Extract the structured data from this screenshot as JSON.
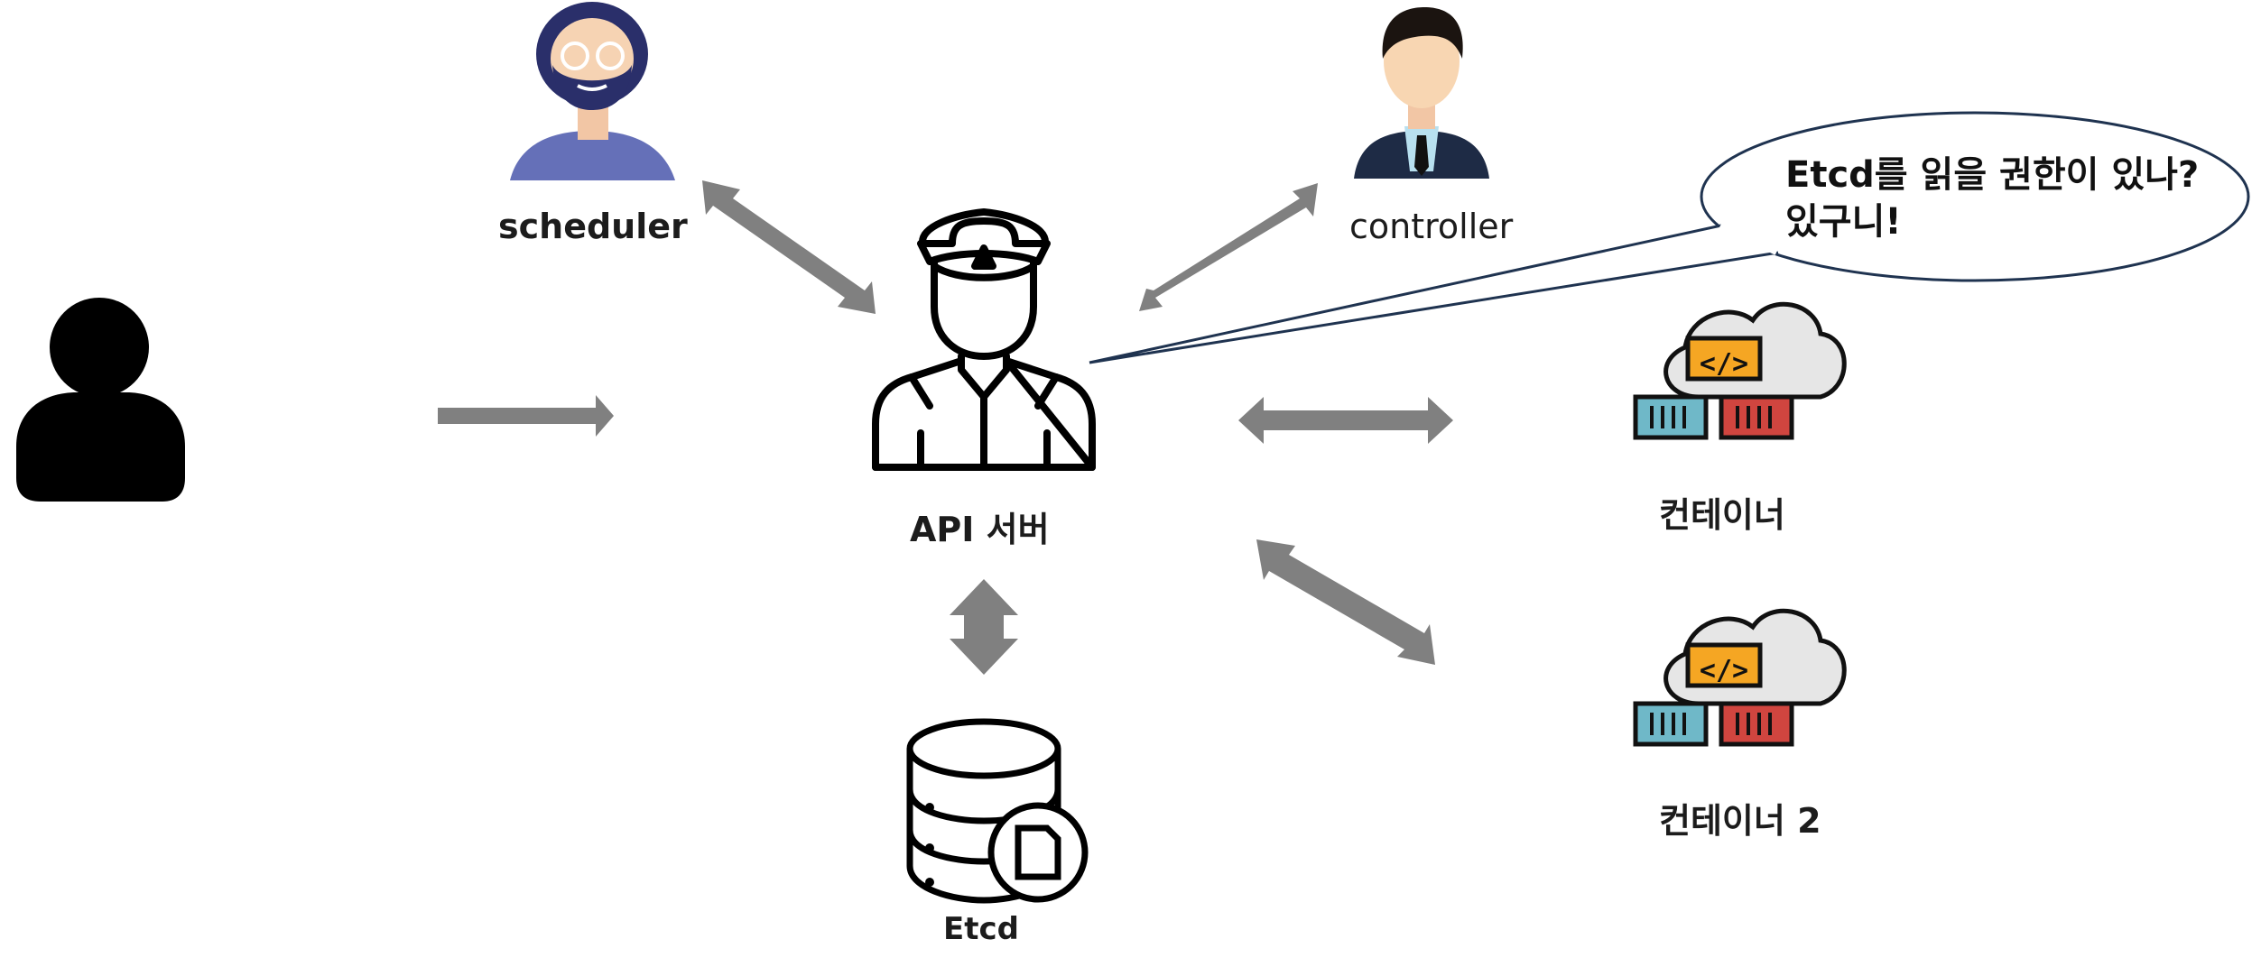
{
  "labels": {
    "scheduler": "scheduler",
    "controller": "controller",
    "api_server": "API 서버",
    "etcd": "Etcd",
    "container1": "컨테이너",
    "container2": "컨테이너 2"
  },
  "callout": {
    "line1": "Etcd를 읽을 권한이 있나?",
    "line2": "있구니!"
  },
  "code_icon_text": "</>",
  "colors": {
    "arrow": "#808080",
    "callout_border": "#1f3350",
    "scheduler_shirt": "#6570b8",
    "scheduler_hair": "#2a2f6a",
    "controller_suit": "#1e2b45",
    "code_box": "#f5a623",
    "container_blue": "#6fb8c8",
    "container_red": "#d0453f",
    "cloud": "#e6e6e6"
  },
  "icons": [
    "user-icon",
    "scheduler-avatar-icon",
    "controller-avatar-icon",
    "police-officer-icon",
    "database-icon",
    "cloud-container-icon"
  ]
}
